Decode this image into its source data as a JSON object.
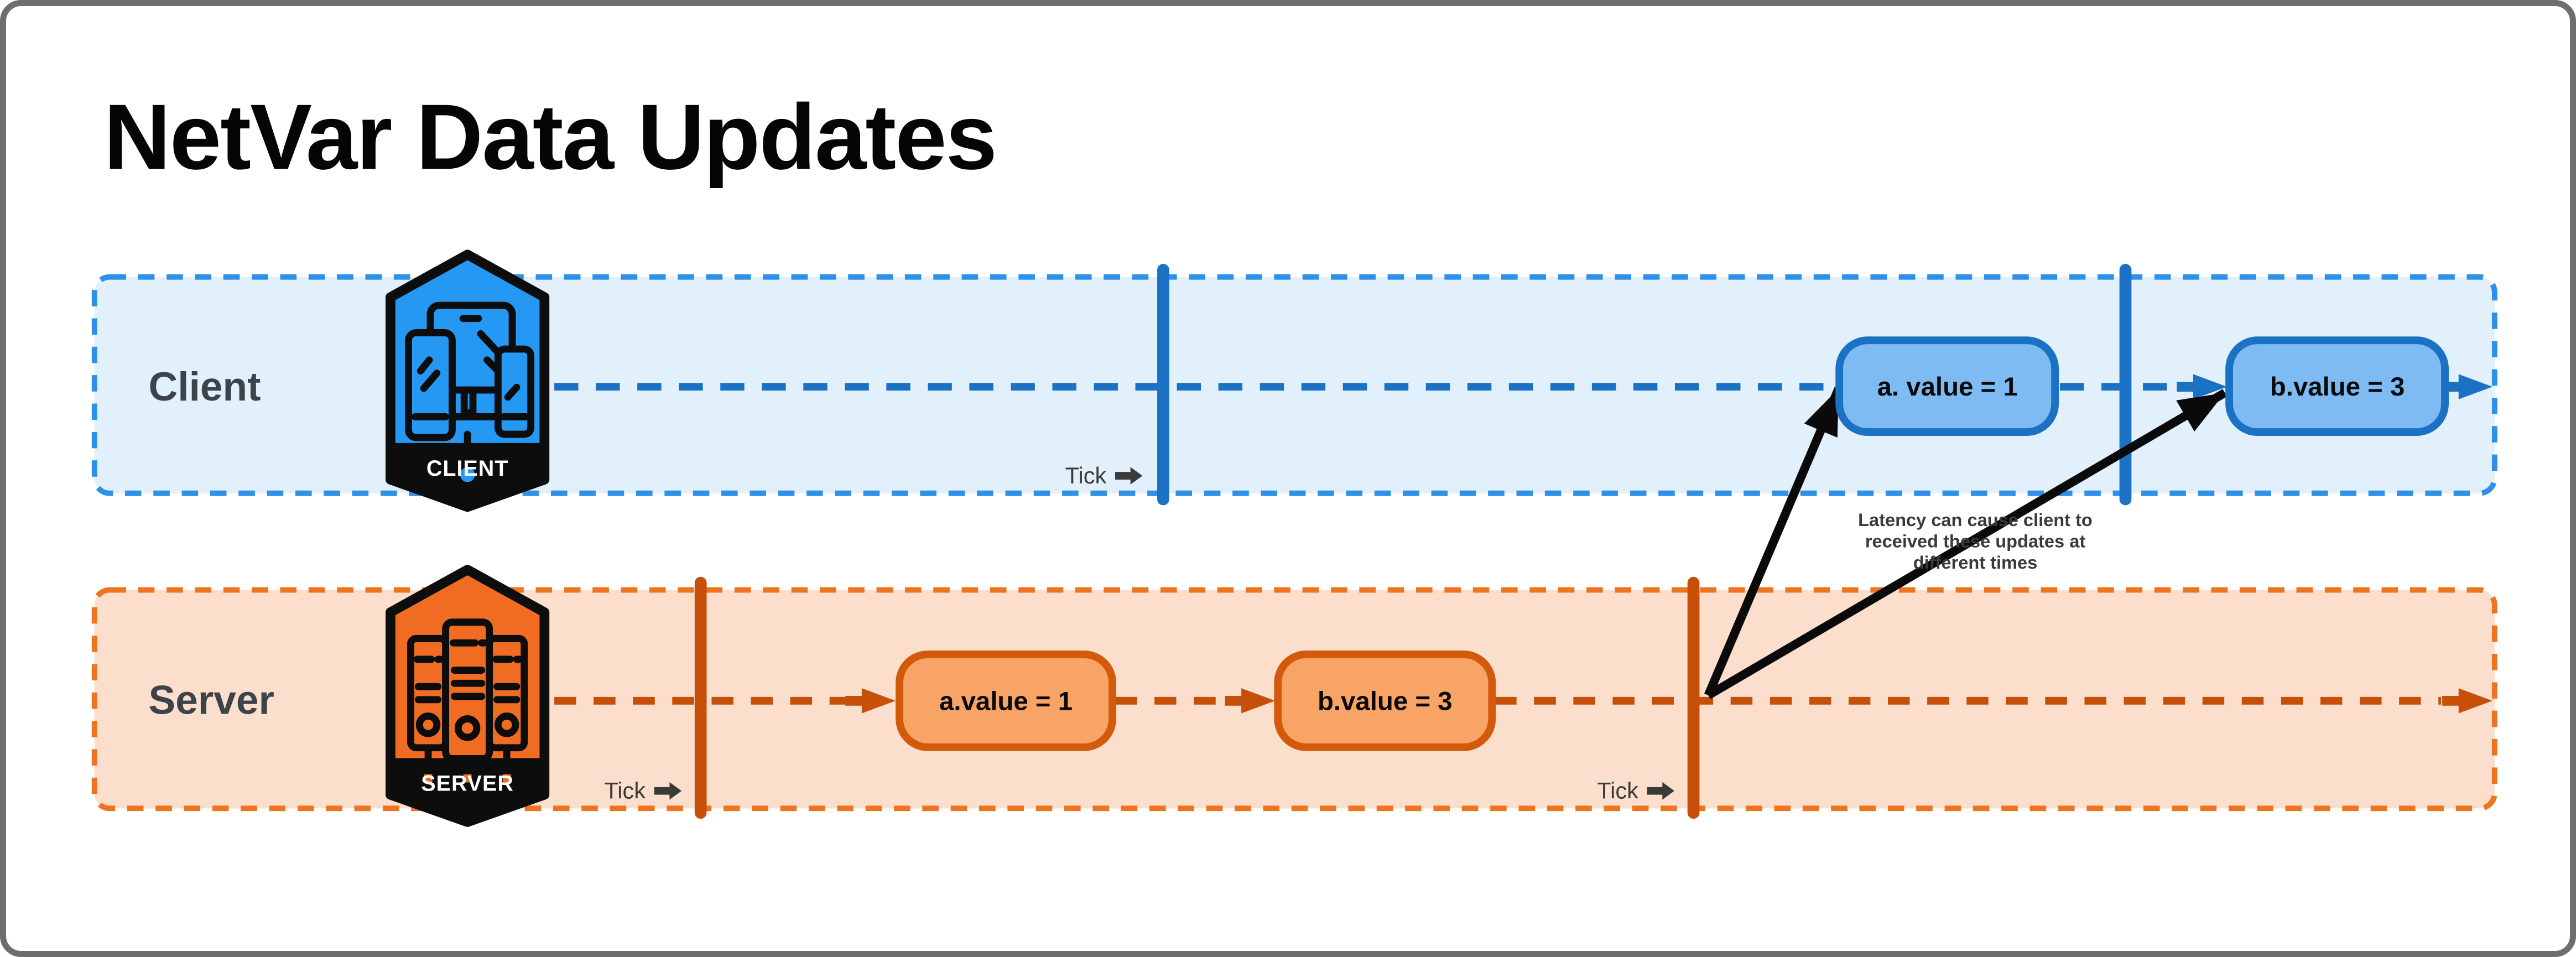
{
  "title": "NetVar Data Updates",
  "tick_label": "Tick",
  "lanes": {
    "client": {
      "label": "Client",
      "badge": "CLIENT",
      "events": {
        "a": "a. value = 1",
        "b": "b.value = 3"
      }
    },
    "server": {
      "label": "Server",
      "badge": "SERVER",
      "events": {
        "a": "a.value = 1",
        "b": "b.value = 3"
      }
    }
  },
  "annotation": {
    "lines": [
      "Latency can cause client to",
      "received these updates at",
      "different times"
    ]
  },
  "colors": {
    "frame_border": "#6E6E6E",
    "canvas_bg": "#FFFFFF",
    "title_color": "#050505",
    "label_color": "#3D434A",
    "tick_label_color": "#3A3A3A",
    "annotation_color": "#3A3A3A",
    "arrow_black": "#0A0A0A",
    "client_accent": "#1B72C4",
    "client_border_dash": "#2E90E8",
    "client_lane_fill": "#E1F0FB",
    "client_box_fill": "#7EBBF3",
    "client_hex_fill": "#2498F3",
    "server_accent": "#C6500A",
    "server_border_dash": "#EE7420",
    "server_lane_fill": "#FBDECB",
    "server_box_fill": "#F9A467",
    "server_box_border": "#D35A0B",
    "server_hex_fill": "#F06C23",
    "hex_band_color": "#0D0D0D",
    "badge_text_color": "#FFFFFF"
  }
}
